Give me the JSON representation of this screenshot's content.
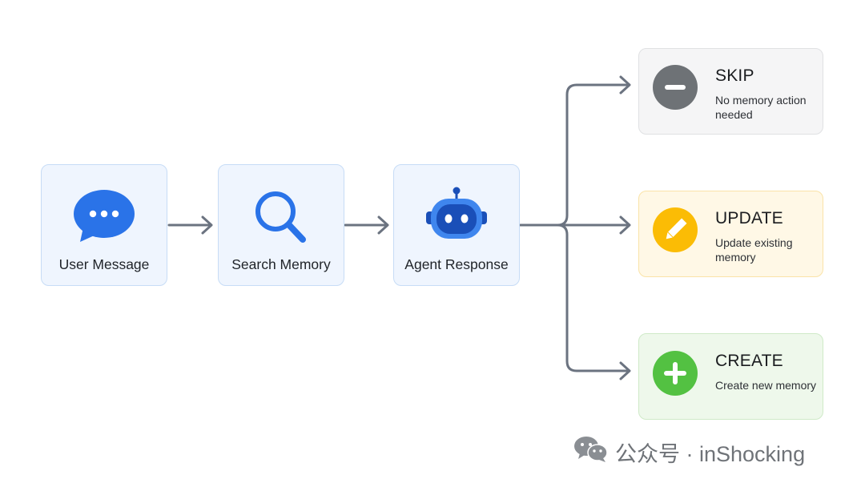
{
  "flow": {
    "steps": [
      {
        "label": "User Message",
        "icon": "chat-bubble-icon"
      },
      {
        "label": "Search Memory",
        "icon": "magnifier-icon"
      },
      {
        "label": "Agent Response",
        "icon": "robot-icon"
      }
    ]
  },
  "outcomes": {
    "skip": {
      "title": "SKIP",
      "description": "No memory action needed",
      "icon": "minus-icon",
      "color": "#6e7276",
      "bg": "#f5f5f6"
    },
    "update": {
      "title": "UPDATE",
      "description": "Update existing memory",
      "icon": "pencil-icon",
      "color": "#fbbc05",
      "bg": "#fff8e6"
    },
    "create": {
      "title": "CREATE",
      "description": "Create new memory",
      "icon": "plus-icon",
      "color": "#53c142",
      "bg": "#eef8eb"
    }
  },
  "colors": {
    "accent": "#2a73e8",
    "connector": "#6b7380",
    "node_bg": "#eff5fe"
  },
  "watermark": {
    "text": "公众号 · inShocking",
    "icon": "wechat-icon"
  }
}
